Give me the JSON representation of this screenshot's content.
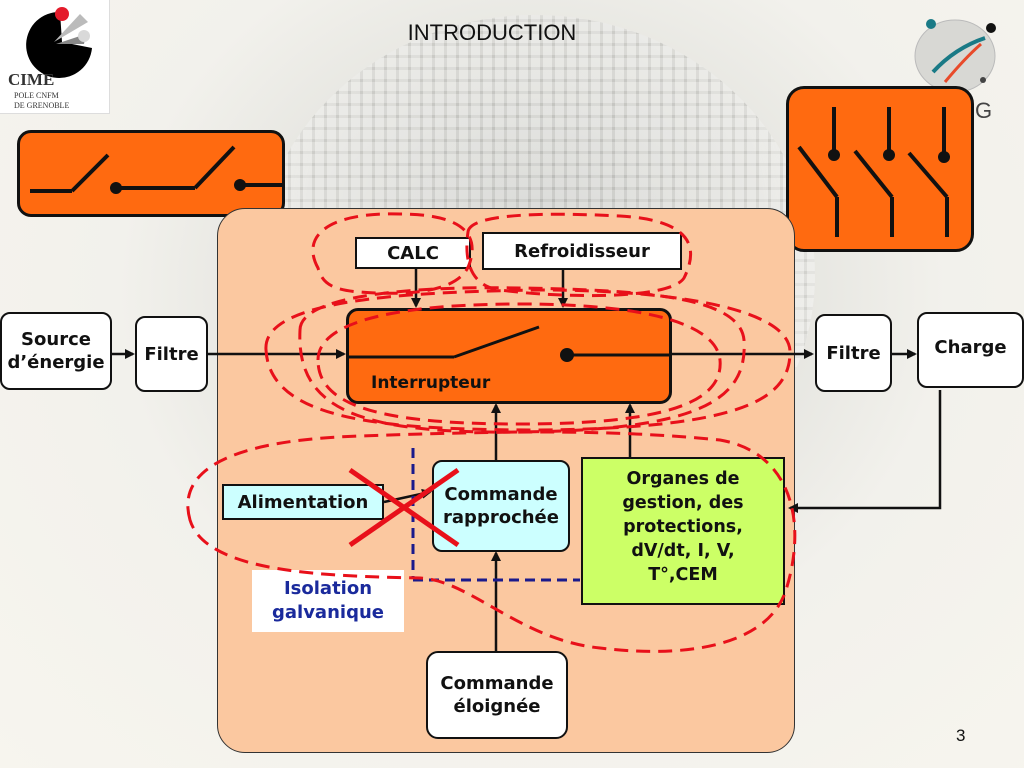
{
  "slide": {
    "title": "INTRODUCTION",
    "page_number": "3"
  },
  "logo_left": {
    "name": "CIME",
    "line1": "POLE CNFM",
    "line2": "DE GRENOBLE"
  },
  "logo_right": {
    "partial_text": "G"
  },
  "blocks": {
    "source": {
      "line1": "Source",
      "line2": "d’énergie"
    },
    "filtre_in": "Filtre",
    "interrupteur": "Interrupteur",
    "calc": "CALC",
    "refroidisseur": "Refroidisseur",
    "filtre_out": "Filtre",
    "charge": "Charge",
    "alimentation": "Alimentation",
    "commande_rapprochee": {
      "line1": "Commande",
      "line2": "rapprochée"
    },
    "organes": {
      "line1": "Organes de",
      "line2": "gestion, des",
      "line3": "protections,",
      "line4": "dV/dt, I, V,",
      "line5": "T°,CEM"
    },
    "isolation": {
      "line1": "Isolation",
      "line2": "galvanique"
    },
    "commande_eloignee": {
      "line1": "Commande",
      "line2": "éloignée"
    }
  },
  "colors": {
    "orange": "#ff6a10",
    "panel": "#fbc8a0",
    "dashed_red": "#e8101a",
    "dashed_blue": "#1a1a8c",
    "cyan_box": "#ccffff",
    "green_box": "#ccff66",
    "isolation_text": "#1a2a9c"
  }
}
